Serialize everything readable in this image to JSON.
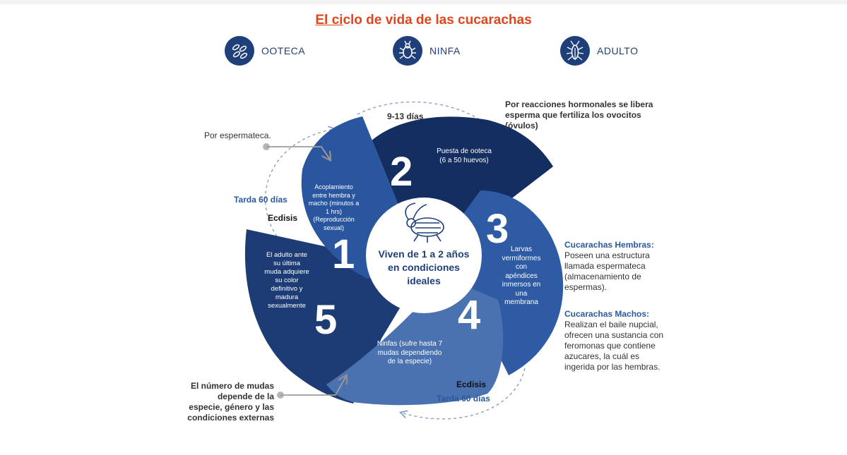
{
  "title": {
    "part1": "El ci",
    "part2": "clo de vida de las cucarachas"
  },
  "legend": [
    {
      "label": "OOTECA",
      "icon": "ootheca-icon"
    },
    {
      "label": "NINFA",
      "icon": "nymph-icon"
    },
    {
      "label": "ADULTO",
      "icon": "adult-cockroach-icon"
    }
  ],
  "center": {
    "line1": "Viven de 1 a 2 años",
    "line2": "en condiciones",
    "line3": "ideales"
  },
  "stages": [
    {
      "number": "1",
      "text": [
        "Acoplamiento",
        "entre hembra y",
        "macho (minutos a",
        "1 hrs)",
        "(Reproducción",
        "sexual)"
      ]
    },
    {
      "number": "2",
      "text": [
        "Puesta de ooteca",
        "(6 a 50 huevos)"
      ]
    },
    {
      "number": "3",
      "text": [
        "Larvas",
        "vermiformes",
        "con",
        "apéndices",
        "inmersos en",
        "una",
        "membrana"
      ]
    },
    {
      "number": "4",
      "text": [
        "Ninfas (sufre hasta 7",
        "mudas dependiendo",
        "de la especie)"
      ]
    },
    {
      "number": "5",
      "text": [
        "El adulto ante",
        "su última",
        "muda adquiere",
        "su color",
        "definitivo y",
        "madura",
        "sexualmente"
      ]
    }
  ],
  "annotations": {
    "days": "9-13 días",
    "hormonal": [
      "Por reacciones hormonales se libera",
      "esperma que fertiliza los ovocitos",
      "(óvulos)"
    ],
    "spermatheca": "Por espermateca.",
    "late_left": "Tarda 60 días",
    "ecdysis_left": "Ecdisis",
    "ecdysis_bottom": "Ecdisis",
    "late_bottom": "Tarda 60 días",
    "molts": [
      "El número de mudas",
      "depende de la",
      "especie, género y las",
      "condiciones externas"
    ],
    "females_title": "Cucarachas Hembras:",
    "females_text": [
      "Poseen una estructura",
      "llamada espermateca",
      "(almacenamiento de",
      "espermas)."
    ],
    "males_title": "Cucarachas Machos:",
    "males_text": [
      "Realizan el baile nupcial,",
      "ofrecen una sustancia con",
      "feromonas que contiene",
      "azucares, la cuál es",
      "ingerida por las hembras."
    ]
  },
  "colors": {
    "title": "#e0461c",
    "dark_navy": "#142e62",
    "navy": "#1f3f7a",
    "medium_blue": "#2e5ba3",
    "light_blue": "#4a72b0",
    "accent_text": "#2a5aa0"
  }
}
